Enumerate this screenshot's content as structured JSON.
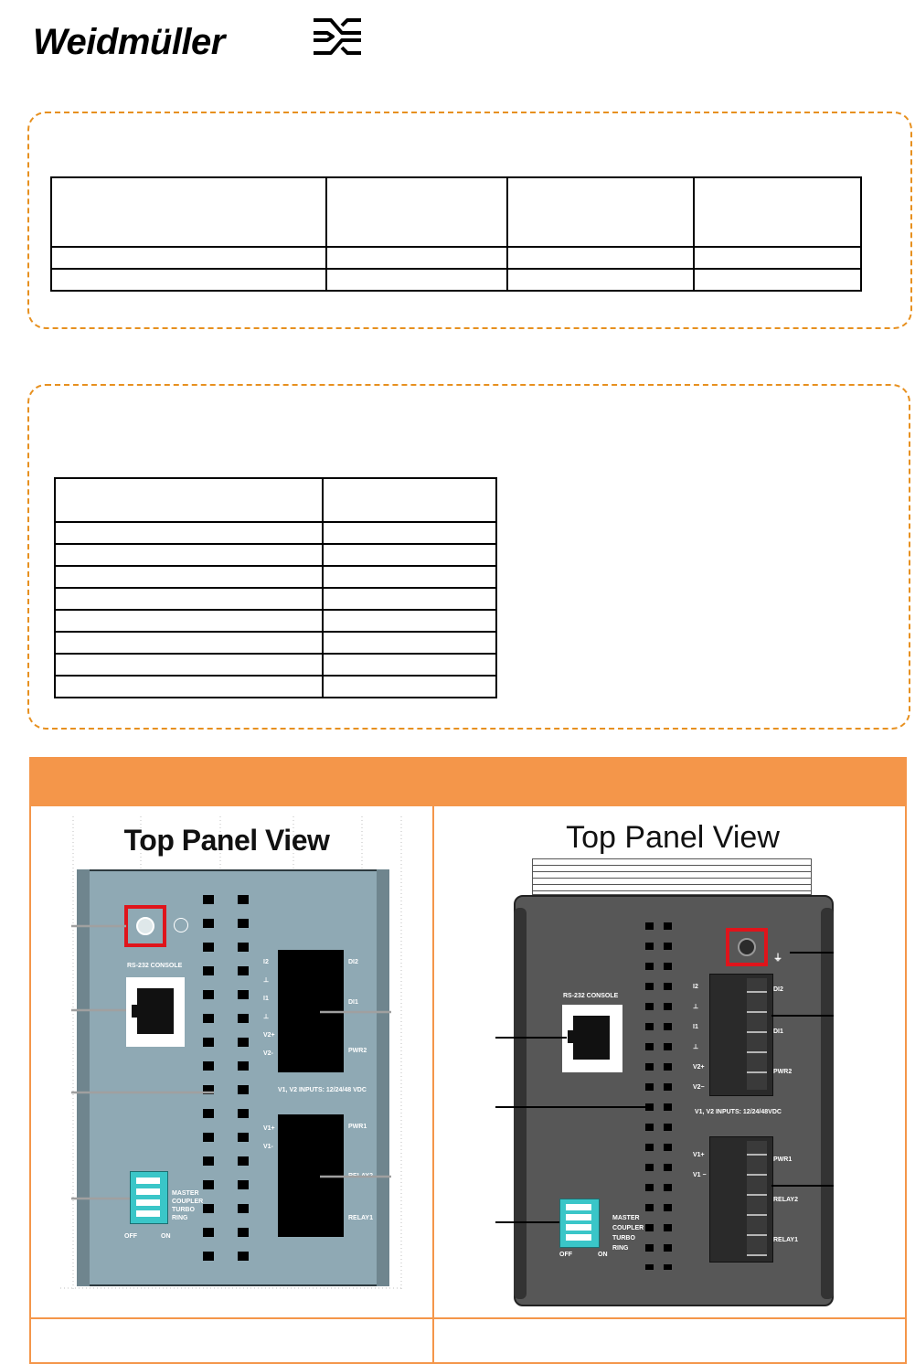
{
  "header": {
    "brand": "Weidmüller"
  },
  "colors": {
    "accent_orange": "#f4964a",
    "dash_orange": "#e7901f",
    "highlight_red": "#e0141b",
    "panel_blue": "#8fa9b4",
    "panel_dark": "#575757",
    "dip_cyan": "#3ac6c8"
  },
  "panels": {
    "left": {
      "title": "Top Panel View",
      "console_label": "RS-232 CONSOLE",
      "input_label": "V1, V2 INPUTS: 12/24/48 VDC",
      "dip_labels": [
        "MASTER",
        "COUPLER",
        "TURBO",
        "RING"
      ],
      "off_label": "OFF",
      "on_label": "ON",
      "term_left_top": [
        "I2",
        "⊥",
        "I1",
        "⊥",
        "V2+",
        "V2-"
      ],
      "term_right_top": [
        "DI2",
        "DI1",
        "PWR2"
      ],
      "term_left_bottom": [
        "V1+",
        "V1-"
      ],
      "term_right_bottom": [
        "PWR1",
        "RELAY2",
        "RELAY1"
      ]
    },
    "right": {
      "title": "Top Panel View",
      "console_label": "RS-232 CONSOLE",
      "input_label": "V1, V2 INPUTS: 12/24/48VDC",
      "dip_labels": [
        "MASTER",
        "COUPLER",
        "TURBO",
        "RING"
      ],
      "off_label": "OFF",
      "on_label": "ON",
      "term_left_top": [
        "I2",
        "⊥",
        "I1",
        "⊥",
        "V2+",
        "V2−"
      ],
      "term_right_top": [
        "DI2",
        "DI1",
        "PWR2"
      ],
      "term_left_bottom": [
        "V1+",
        "V1 −"
      ],
      "term_right_bottom": [
        "PWR1",
        "RELAY2",
        "RELAY1"
      ]
    }
  }
}
